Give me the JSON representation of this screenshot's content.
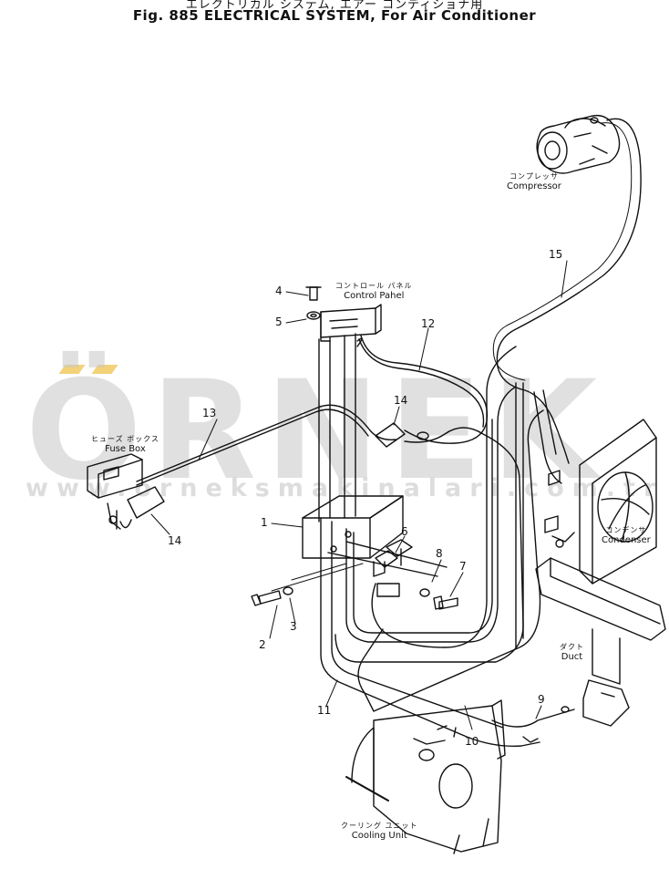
{
  "header": {
    "title_jp": "エレクトリカル システム, エアー コンディショナ用",
    "title": "Fig. 885   ELECTRICAL SYSTEM, For Air Conditioner"
  },
  "watermark": {
    "text": "ÖRNEK",
    "url": "www.orneksmakinalari.com.tr",
    "accent_color": "#f3d27a"
  },
  "components": {
    "compressor": {
      "jp": "コンプレッサ",
      "en": "Compressor"
    },
    "control_panel": {
      "jp": "コントロール パネル",
      "en": "Control Pahel"
    },
    "fuse_box": {
      "jp": "ヒューズ ボックス",
      "en": "Fuse Box"
    },
    "condenser": {
      "jp": "コンデンサ",
      "en": "Condenser"
    },
    "duct": {
      "jp": "ダクト",
      "en": "Duct"
    },
    "cooling_unit": {
      "jp": "クーリング ユニット",
      "en": "Cooling Unit"
    }
  },
  "callouts": [
    "1",
    "2",
    "3",
    "4",
    "5",
    "6",
    "7",
    "8",
    "9",
    "10",
    "11",
    "12",
    "13",
    "14",
    "14",
    "15"
  ]
}
